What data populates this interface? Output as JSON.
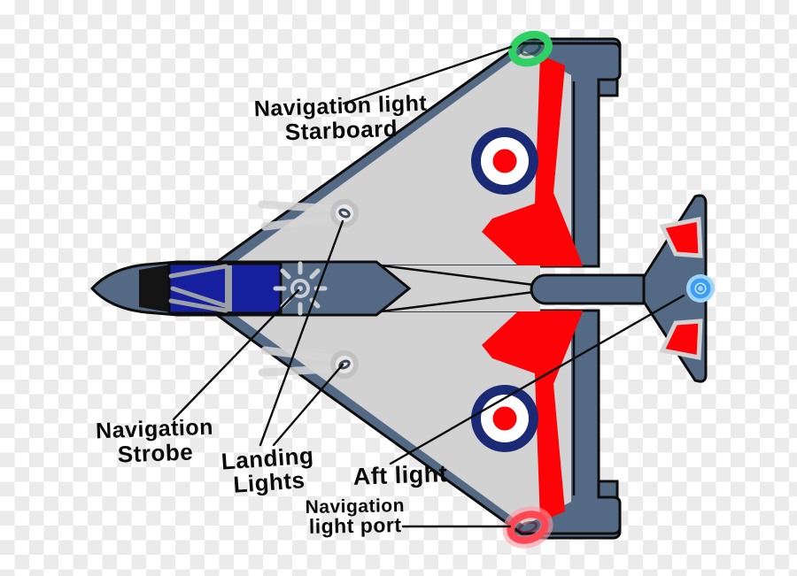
{
  "diagram": {
    "labels": {
      "nav_light_starboard": {
        "line1": "Navigation light",
        "line2": "Starboard"
      },
      "nav_strobe": {
        "line1": "Navigation",
        "line2": "Strobe"
      },
      "landing_lights": {
        "line1": "Landing",
        "line2": "Lights"
      },
      "aft_light": {
        "line1": "Aft light"
      },
      "nav_light_port": {
        "line1": "Navigation",
        "line2": "light port"
      }
    },
    "lights": {
      "starboard_nav": {
        "name": "starboard navigation light",
        "color": "#2fd165"
      },
      "port_nav": {
        "name": "port navigation light",
        "color": "#ff4653"
      },
      "aft": {
        "name": "aft light",
        "color": "#53aef7"
      },
      "strobe": {
        "name": "navigation strobe",
        "color": "#c9cdd4"
      },
      "landing": {
        "name": "landing lights",
        "color": "#c2c2c2"
      }
    },
    "colors": {
      "airframe_slate": "#546a84",
      "wing_gray": "#d2d2d2",
      "accent_red": "#fb0307",
      "roundel_navy": "#1a2a75",
      "roundel_white": "#ffffff",
      "canopy_blue": "#161f9e",
      "outline_black": "#0d0d0d",
      "checker_light": "#ffffff",
      "checker_dark": "#ebebeb"
    }
  }
}
